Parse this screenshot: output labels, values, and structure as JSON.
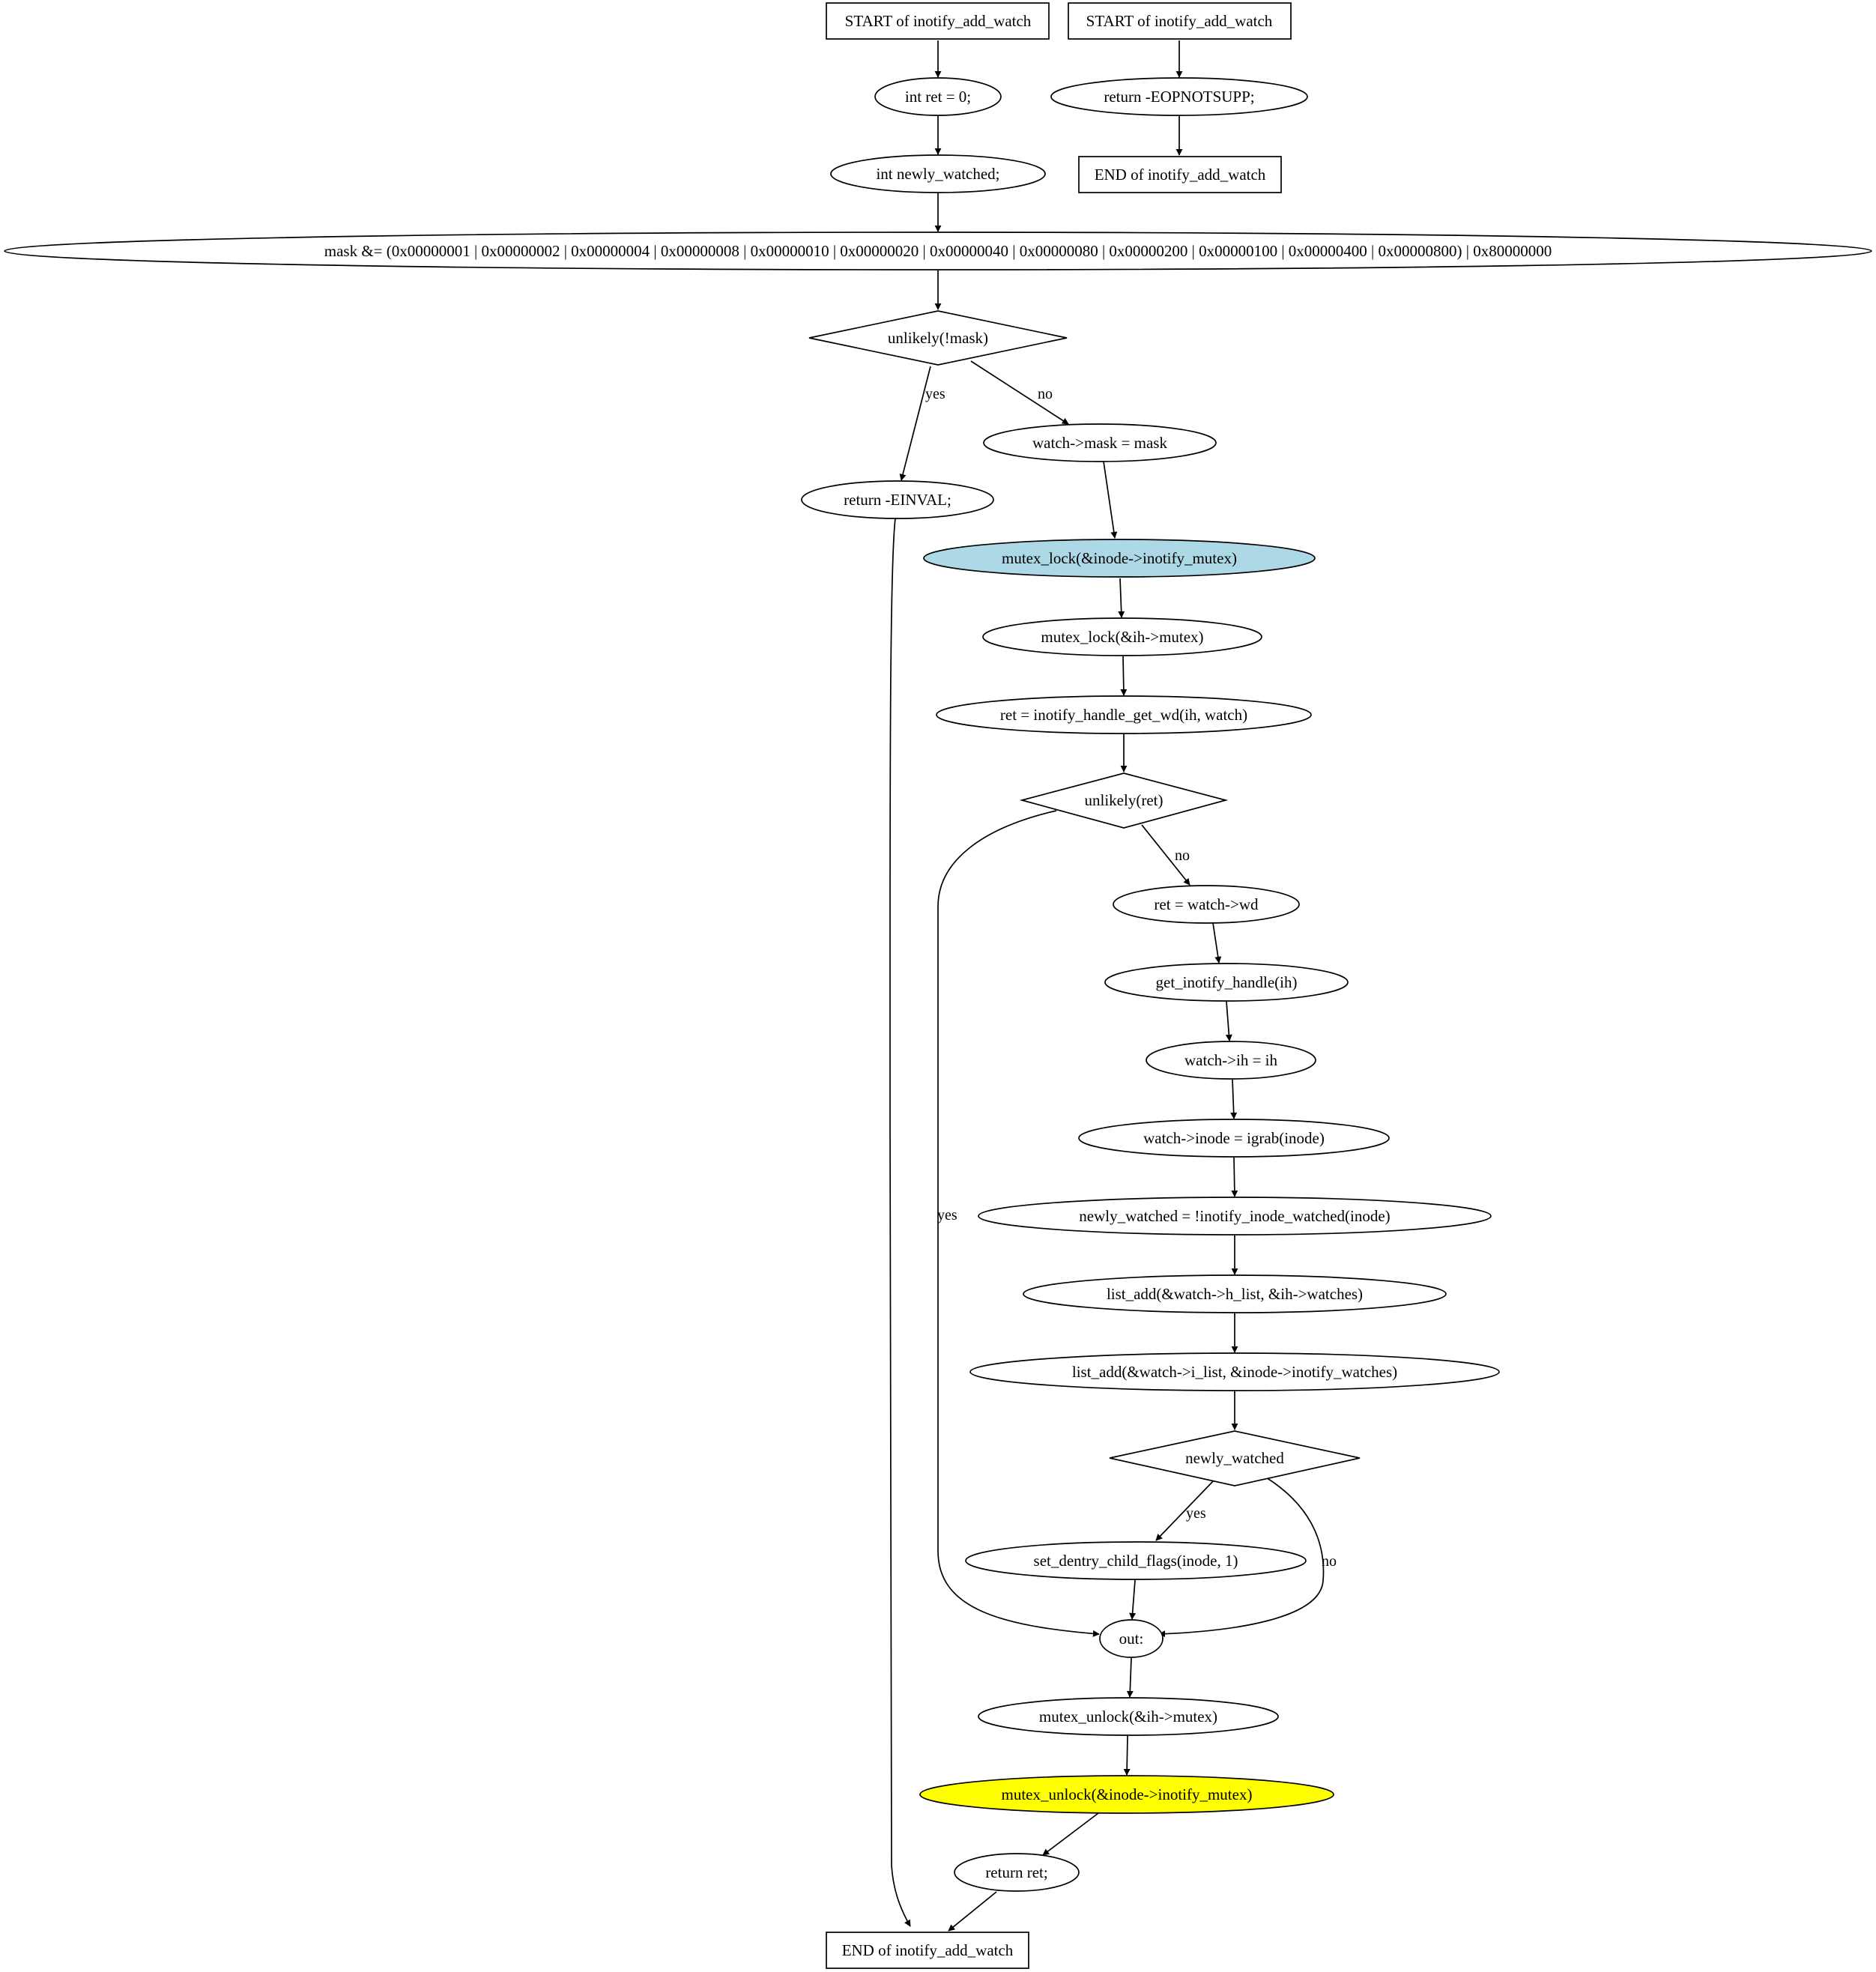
{
  "colors": {
    "default_fill": "#ffffff",
    "lock_inode_fill": "#add8e6",
    "unlock_inode_fill": "#ffff00",
    "stroke": "#000000"
  },
  "nodes": {
    "start_a": "START of inotify_add_watch",
    "start_b": "START of inotify_add_watch",
    "int_ret": "int ret = 0;",
    "return_eopnotsupp": "return -EOPNOTSUPP;",
    "int_newly": "int newly_watched;",
    "end_b": "END of inotify_add_watch",
    "mask_and": "mask &= (0x00000001 | 0x00000002 | 0x00000004 | 0x00000008 | 0x00000010 | 0x00000020 | 0x00000040 | 0x00000080 | 0x00000200 | 0x00000100 | 0x00000400 | 0x00000800) | 0x80000000",
    "unlikely_mask": "unlikely(!mask)",
    "watch_mask": "watch->mask = mask",
    "return_einval": "return -EINVAL;",
    "mutex_lock_inode": "mutex_lock(&inode->inotify_mutex)",
    "mutex_lock_ih": "mutex_lock(&ih->mutex)",
    "ret_get_wd": "ret = inotify_handle_get_wd(ih, watch)",
    "unlikely_ret": "unlikely(ret)",
    "ret_watch_wd": "ret = watch->wd",
    "get_handle": "get_inotify_handle(ih)",
    "watch_ih": "watch->ih = ih",
    "watch_inode": "watch->inode = igrab(inode)",
    "newly_assign": "newly_watched = !inotify_inode_watched(inode)",
    "list_add_h": "list_add(&watch->h_list, &ih->watches)",
    "list_add_i": "list_add(&watch->i_list, &inode->inotify_watches)",
    "newly_cond": "newly_watched",
    "set_dentry": "set_dentry_child_flags(inode, 1)",
    "out_label": "out:",
    "mutex_unlock_ih": "mutex_unlock(&ih->mutex)",
    "mutex_unlock_inode": "mutex_unlock(&inode->inotify_mutex)",
    "return_ret": "return ret;",
    "end_a": "END of inotify_add_watch"
  },
  "edge_labels": {
    "mask_yes": "yes",
    "mask_no": "no",
    "ret_yes": "yes",
    "ret_no": "no",
    "newly_yes": "yes",
    "newly_no": "no"
  }
}
